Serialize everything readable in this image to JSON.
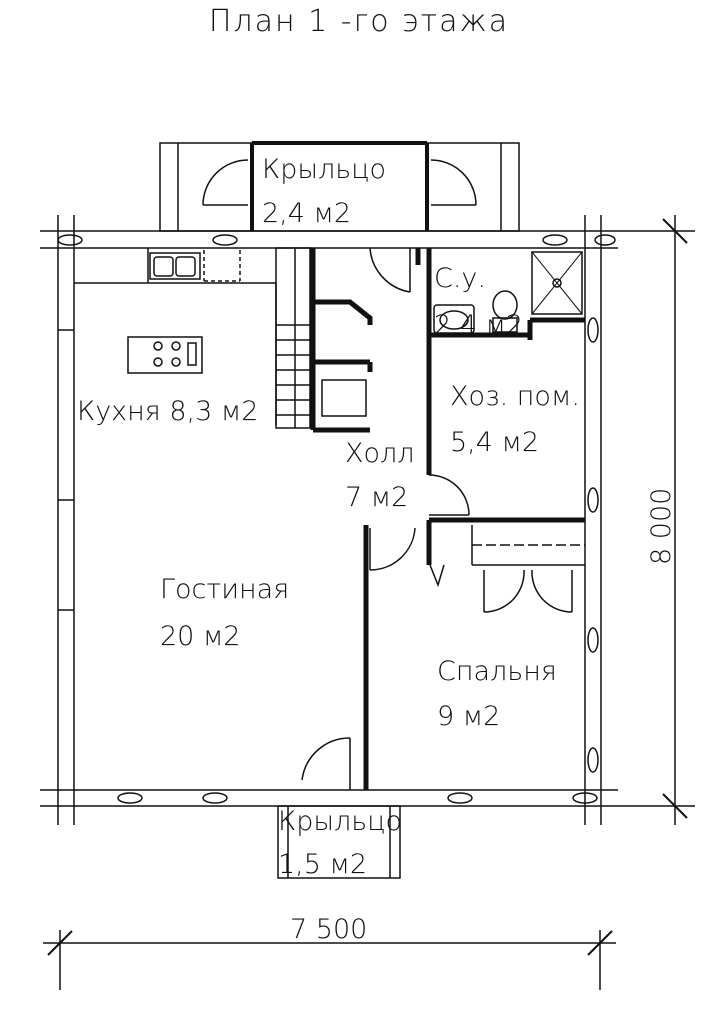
{
  "title": "План 1 -го этажа",
  "rooms": {
    "porch_top_name": "Крыльцо",
    "porch_top_area": "2,4 м2",
    "bath_name": "С.у.",
    "bath_area": "2,4 м2",
    "utility_name": "Хоз. пом.",
    "utility_area": "5,4 м2",
    "kitchen": "Кухня 8,3 м2",
    "hall_name": "Холл",
    "hall_area": "7 м2",
    "living_name": "Гостиная",
    "living_area": "20 м2",
    "bedroom_name": "Спальня",
    "bedroom_area": "9 м2",
    "porch_bottom_name": "Крыльцо",
    "porch_bottom_area": "1,5 м2"
  },
  "dimensions": {
    "width": "7 500",
    "height": "8 000"
  }
}
